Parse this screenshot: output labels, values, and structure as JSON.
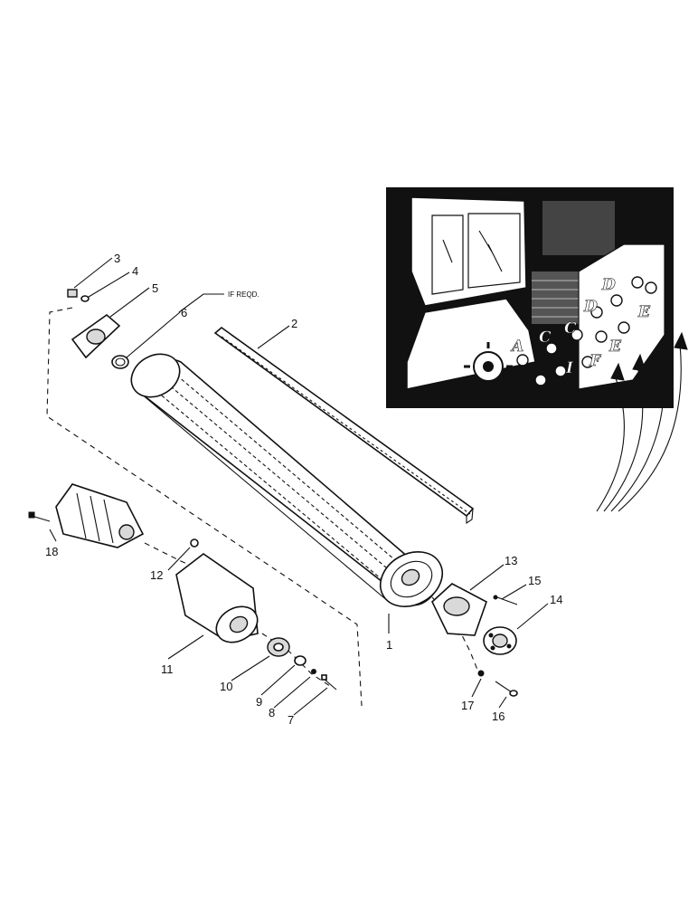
{
  "callouts": {
    "p1": "1",
    "p2": "2",
    "p3": "3",
    "p4": "4",
    "p5": "5",
    "p6": "6",
    "p7": "7",
    "p8": "8",
    "p9": "9",
    "p10": "10",
    "p11": "11",
    "p12": "12",
    "p13": "13",
    "p14": "14",
    "p15": "15",
    "p16": "16",
    "p17": "17",
    "p18": "18"
  },
  "notes": {
    "if_reqd": "IF REQD."
  },
  "inset": {
    "letters": {
      "a": "A",
      "c1": "C",
      "c2": "C",
      "d1": "D",
      "d2": "D",
      "e1": "E",
      "e2": "E",
      "f": "F",
      "i": "I"
    }
  }
}
